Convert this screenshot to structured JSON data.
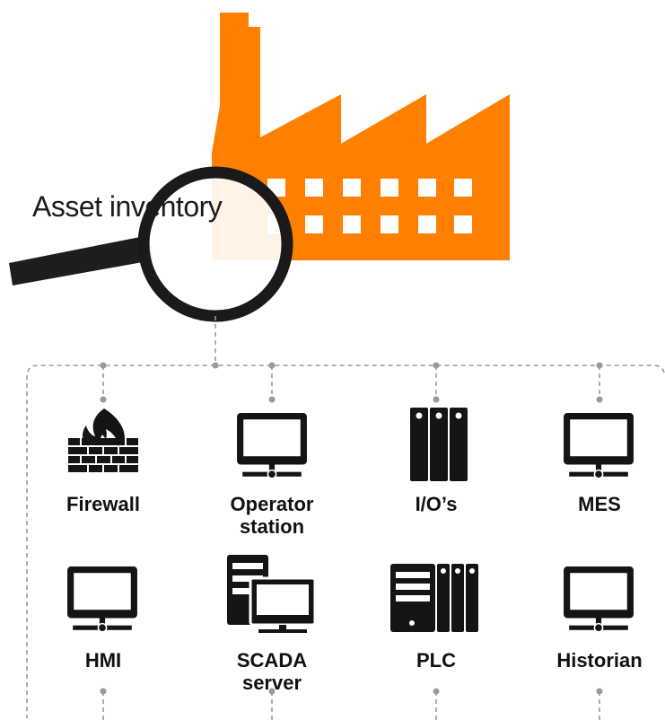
{
  "title": "Asset inventory",
  "colors": {
    "factory": "#FF7F00",
    "icon": "#141414",
    "connector": "#9a9a9a"
  },
  "assets": [
    {
      "label": "Firewall",
      "icon": "firewall-icon"
    },
    {
      "label": "Operator\nstation",
      "icon": "monitor-icon"
    },
    {
      "label": "I/O’s",
      "icon": "io-modules-icon"
    },
    {
      "label": "MES",
      "icon": "monitor-icon"
    },
    {
      "label": "HMI",
      "icon": "monitor-icon"
    },
    {
      "label": "SCADA\nserver",
      "icon": "server-with-monitor-icon"
    },
    {
      "label": "PLC",
      "icon": "plc-rack-icon"
    },
    {
      "label": "Historian",
      "icon": "monitor-icon"
    }
  ]
}
